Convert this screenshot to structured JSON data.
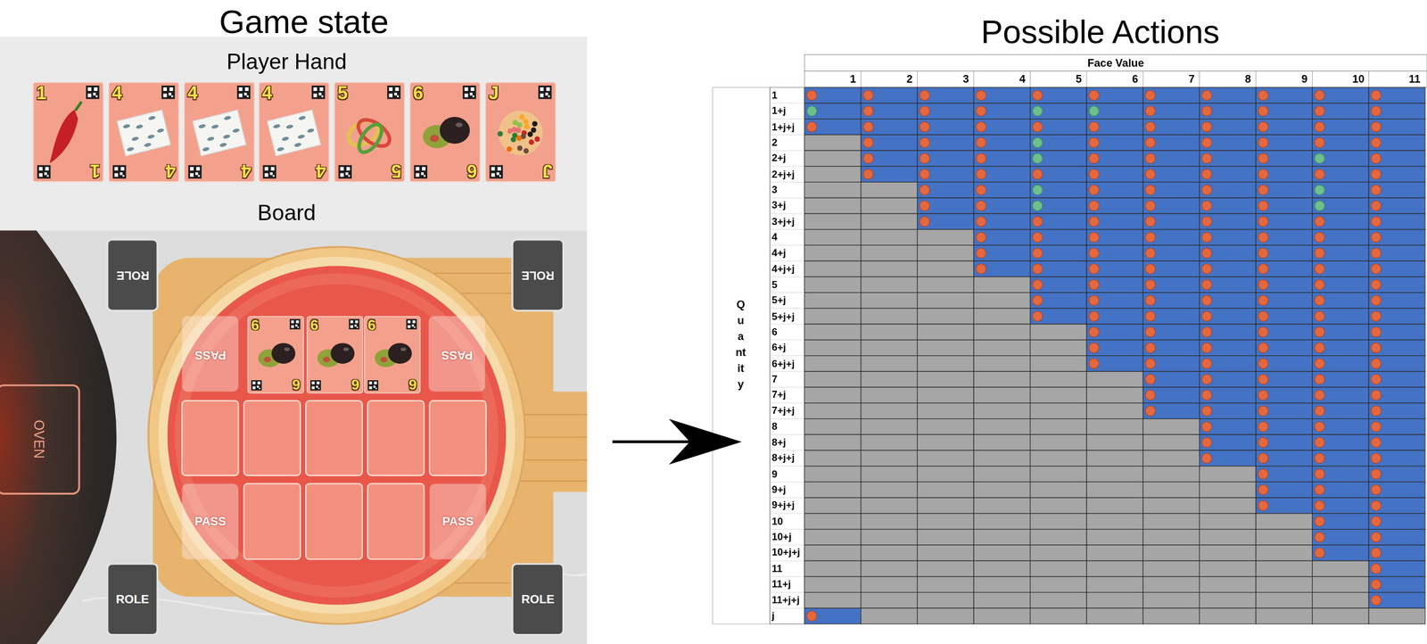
{
  "diagram": {
    "nodes": [
      {
        "text": [
          "Game state"
        ]
      },
      {
        "text": [
          "Player Hand"
        ],
        "in": 0
      },
      {
        "text": [
          "1",
          "1"
        ],
        "in": 1
      },
      {
        "text": [
          "4",
          "4"
        ],
        "in": 1
      },
      {
        "text": [
          "4",
          "4"
        ],
        "in": 1
      },
      {
        "text": [
          "4",
          "4"
        ],
        "in": 1
      },
      {
        "text": [
          "5",
          "5"
        ],
        "in": 1
      },
      {
        "text": [
          "6",
          "6"
        ],
        "in": 1
      },
      {
        "text": [
          "J",
          "J"
        ],
        "in": 1
      },
      {
        "text": [
          "Board"
        ],
        "in": 0
      },
      {
        "text": [
          "ROLE"
        ],
        "in": 9
      },
      {
        "text": [
          "ROLE"
        ],
        "in": 9
      },
      {
        "text": [
          "PASS"
        ],
        "in": 9
      },
      {
        "text": [
          "6",
          "6"
        ],
        "in": 9
      },
      {
        "text": [
          "6",
          "6"
        ],
        "in": 9
      },
      {
        "text": [
          "6",
          "6"
        ],
        "in": 9
      },
      {
        "text": [
          "PASS"
        ],
        "in": 9
      },
      {
        "text": [
          "OVEN"
        ],
        "in": 9
      },
      {
        "text": [
          "PASS"
        ],
        "in": 9
      },
      {
        "text": [
          "PASS"
        ],
        "in": 9
      },
      {
        "text": [
          "ROLE"
        ],
        "in": 9
      },
      {
        "text": [
          "ROLE"
        ],
        "in": 9
      },
      {
        "text": [
          "Possible Actions"
        ]
      }
    ],
    "edges": [
      {
        "from": 0,
        "to": 22,
        "arrow": "to"
      }
    ],
    "labels": [
      "Face Value",
      "1",
      "2",
      "3",
      "4",
      "5",
      "6",
      "7",
      "8",
      "9",
      "10",
      "11",
      "Quantity",
      "1",
      "1+j",
      "1+j+j",
      "2",
      "2+j",
      "2+j+j",
      "3",
      "3+j",
      "3+j+j",
      "4",
      "4+j",
      "4+j+j",
      "5",
      "5+j",
      "5+j+j",
      "6",
      "6+j",
      "6+j+j",
      "7",
      "7+j",
      "7+j+j",
      "8",
      "8+j",
      "8+j+j",
      "9",
      "9+j",
      "9+j+j",
      "10",
      "10+j",
      "10+j+j",
      "11",
      "11+j",
      "11+j+j",
      "j"
    ]
  }
}
